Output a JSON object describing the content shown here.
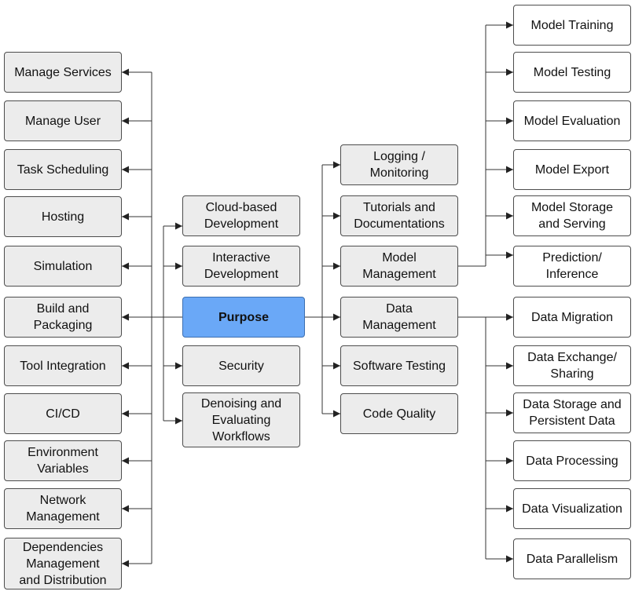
{
  "root": {
    "label": "Purpose"
  },
  "left_far": [
    "Manage Services",
    "Manage User",
    "Task Scheduling",
    "Hosting",
    "Simulation",
    "Build and\nPackaging",
    "Tool Integration",
    "CI/CD",
    "Environment\nVariables",
    "Network\nManagement",
    "Dependencies\nManagement\nand Distribution"
  ],
  "left_near": [
    "Cloud-based\nDevelopment",
    "Interactive\nDevelopment",
    "Security",
    "Denoising and\nEvaluating\nWorkflows"
  ],
  "mid_right": [
    "Logging /\nMonitoring",
    "Tutorials and\nDocumentations",
    "Model\nManagement",
    "Data\nManagement",
    "Software Testing",
    "Code Quality"
  ],
  "model_children": [
    "Model Training",
    "Model Testing",
    "Model Evaluation",
    "Model Export",
    "Model Storage\nand Serving",
    "Prediction/\nInference"
  ],
  "data_children": [
    "Data Migration",
    "Data Exchange/\nSharing",
    "Data Storage and\nPersistent Data",
    "Data Processing",
    "Data Visualization",
    "Data Parallelism"
  ],
  "colors": {
    "root_fill": "#6aa8f7",
    "node_fill": "#ececec",
    "leaf_fill": "#ffffff",
    "line": "#333333"
  }
}
